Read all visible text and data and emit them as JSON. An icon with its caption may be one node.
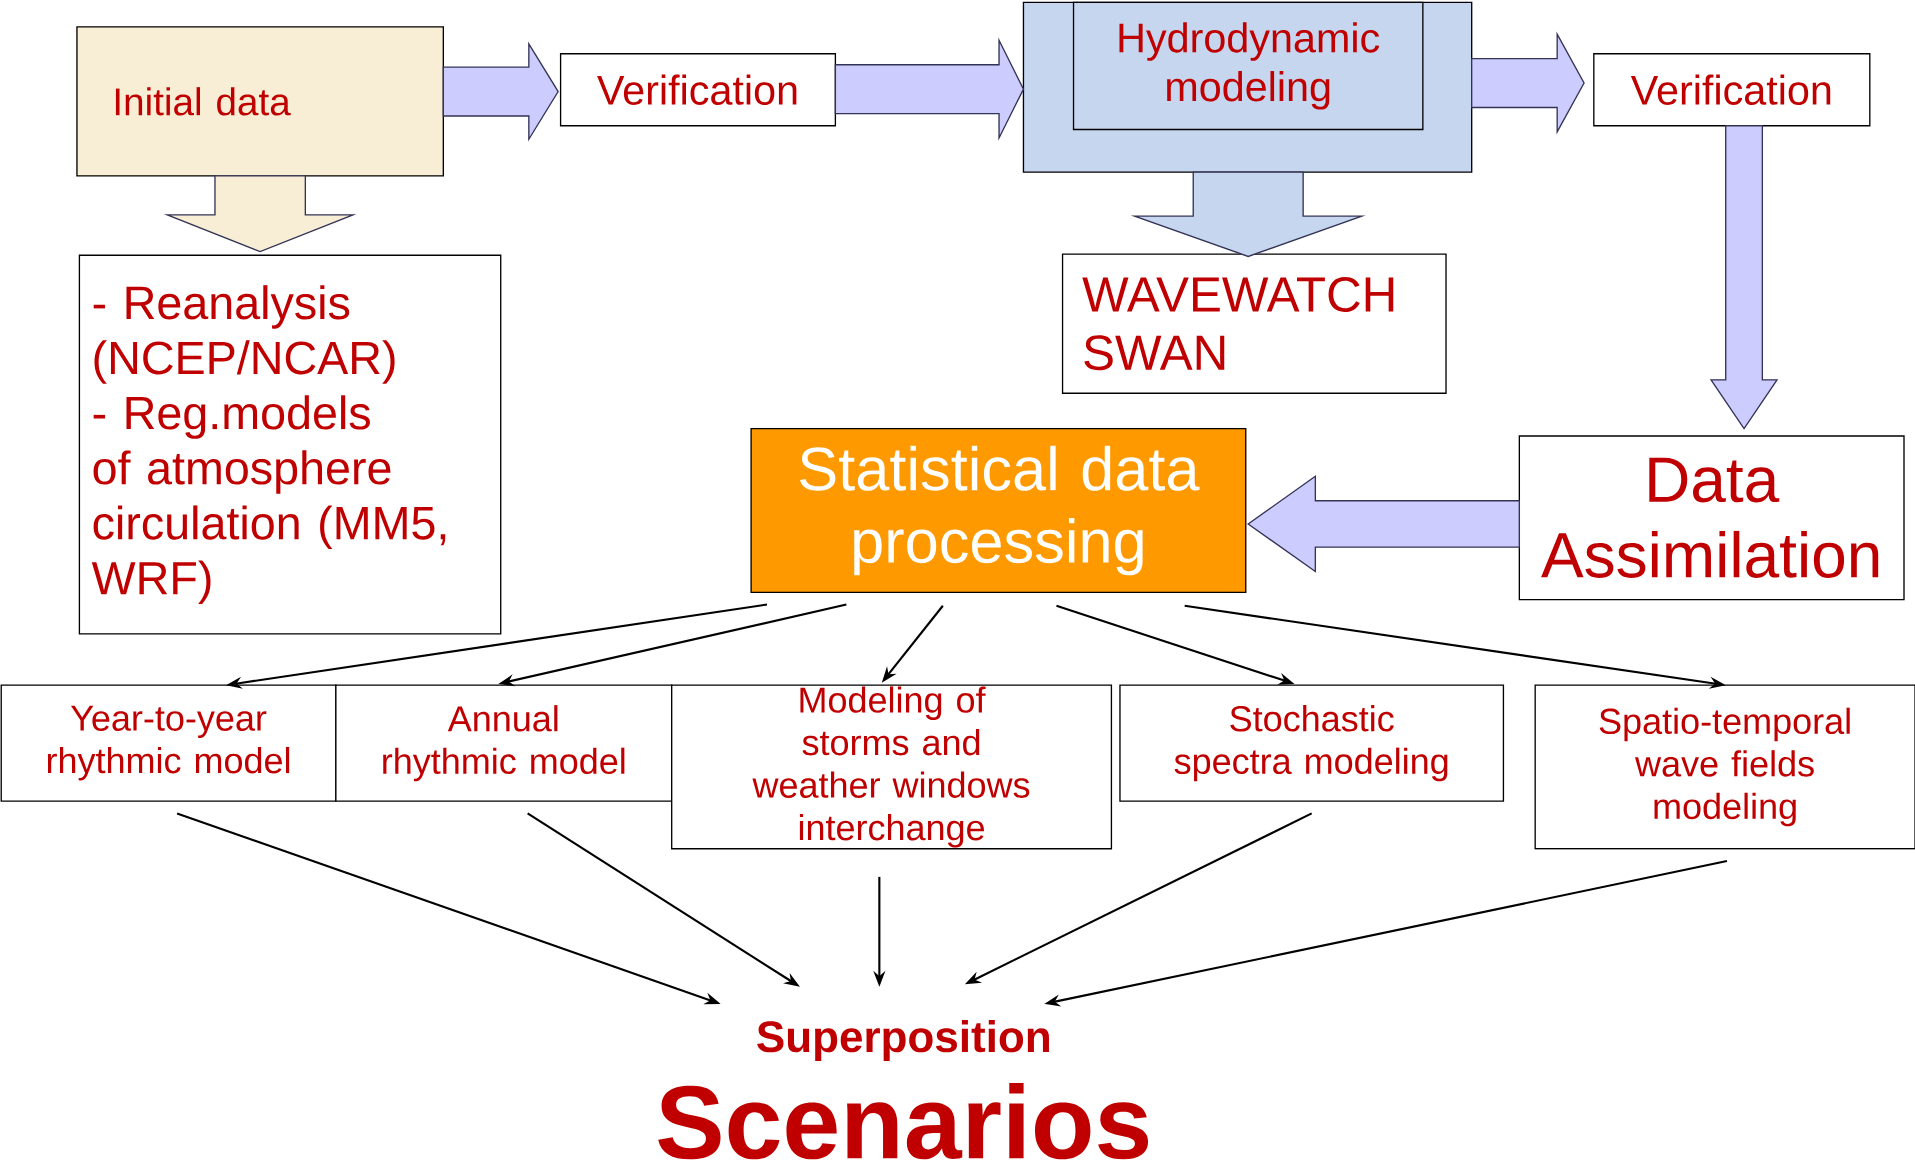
{
  "diagram": {
    "nodes": [
      {
        "text": [
          "Initial data"
        ]
      },
      {
        "text": [
          "Verification"
        ]
      },
      {
        "text": [],
        "shape": "box"
      },
      {
        "text": [
          "Hydrodynamic modeling"
        ],
        "in": 2
      },
      {
        "text": [
          "Verification"
        ]
      },
      {
        "text": [
          "- Reanalysis (NCEP/NCAR)",
          "- Reg.models of atmosphere circulation (MM5, WRF)"
        ]
      },
      {
        "text": [
          "WAVEWATCH",
          "SWAN"
        ]
      },
      {
        "text": [
          "Data Assimilation"
        ]
      },
      {
        "text": [
          "Statistical data processing"
        ]
      },
      {
        "text": [
          "Year-to-year rhythmic model"
        ]
      },
      {
        "text": [
          "Annual rhythmic model"
        ]
      },
      {
        "text": [
          "Modeling of storms and weather windows interchange"
        ]
      },
      {
        "text": [
          "Stochastic spectra modeling"
        ]
      },
      {
        "text": [
          "Spatio-temporal wave fields modeling"
        ]
      },
      {
        "text": [
          "Superposition"
        ]
      }
    ],
    "edges": [
      {
        "from": 0,
        "to": 1,
        "arrow": "to",
        "style": "thick",
        "color": "#ccccff"
      },
      {
        "from": 1,
        "to": 2,
        "arrow": "to",
        "style": "thick",
        "color": "#ccccff"
      },
      {
        "from": 2,
        "to": 4,
        "arrow": "to",
        "style": "thick",
        "color": "#ccccff"
      },
      {
        "from": 4,
        "to": 7,
        "arrow": "to",
        "style": "thick",
        "color": "#ccccff"
      },
      {
        "from": 7,
        "to": 8,
        "arrow": "to",
        "style": "thick",
        "color": "#ccccff"
      },
      {
        "from": 0,
        "to": 5,
        "arrow": "to",
        "style": "thick",
        "color": "#f8eed6"
      },
      {
        "from": 2,
        "to": 6,
        "arrow": "to",
        "style": "thick",
        "color": "#c6d6ee"
      },
      {
        "from": 8,
        "to": 9,
        "arrow": "to"
      },
      {
        "from": 8,
        "to": 10,
        "arrow": "to"
      },
      {
        "from": 8,
        "to": 11,
        "arrow": "to"
      },
      {
        "from": 8,
        "to": 12,
        "arrow": "to"
      },
      {
        "from": 8,
        "to": 13,
        "arrow": "to"
      },
      {
        "from": 9,
        "to": 14,
        "arrow": "to"
      },
      {
        "from": 10,
        "to": 14,
        "arrow": "to"
      },
      {
        "from": 11,
        "to": 14,
        "arrow": "to"
      },
      {
        "from": 12,
        "to": 14,
        "arrow": "to"
      },
      {
        "from": 13,
        "to": 14,
        "arrow": "to"
      }
    ],
    "labels": [
      "Scenarios"
    ]
  }
}
